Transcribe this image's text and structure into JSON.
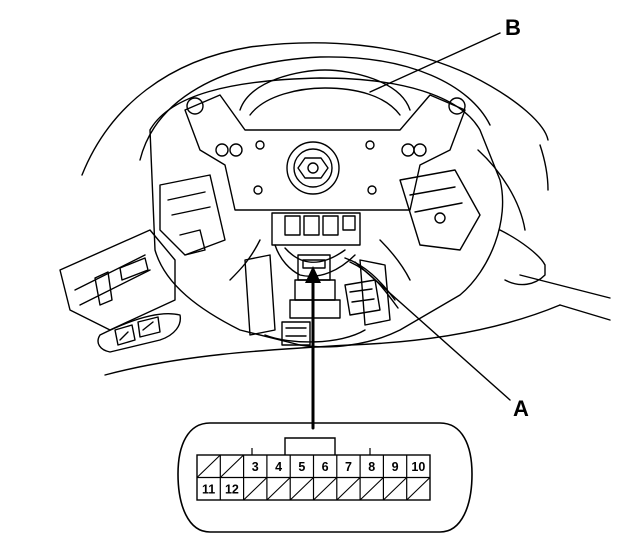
{
  "callouts": {
    "a": "A",
    "b": "B"
  },
  "connector": {
    "top_row": [
      "",
      "",
      "3",
      "4",
      "5",
      "6",
      "7",
      "8",
      "9",
      "10"
    ],
    "bottom_row": [
      "11",
      "12",
      "",
      "",
      "",
      "",
      "",
      "",
      "",
      ""
    ]
  },
  "colors": {
    "line": "#000000",
    "background": "#ffffff"
  }
}
